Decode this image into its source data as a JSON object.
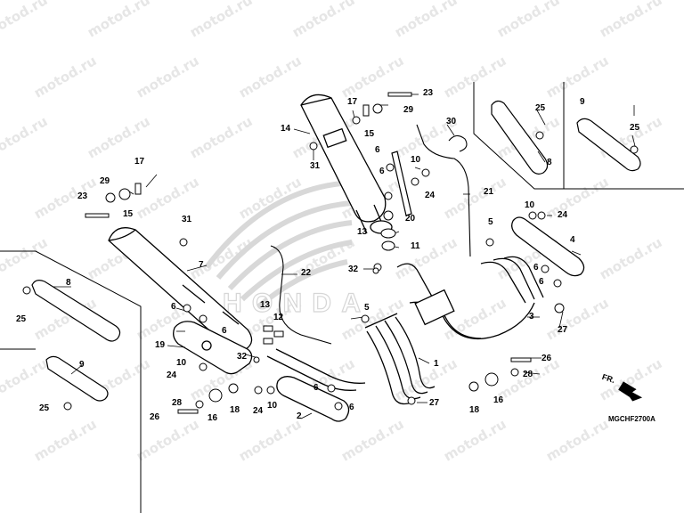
{
  "watermark": "motod.ru",
  "diagram_code": "MGCHF2700A",
  "direction_label": "FR.",
  "logo_text": "HONDA",
  "colors": {
    "line": "#000000",
    "watermark": "#e6e6e6",
    "logo": "#dcdcdc"
  },
  "callouts": {
    "c1": "1",
    "c2": "2",
    "c3": "3",
    "c4": "4",
    "c5a": "5",
    "c5b": "5",
    "c6a": "6",
    "c6b": "6",
    "c6c": "6",
    "c6d": "6",
    "c6e": "6",
    "c6f": "6",
    "c6g": "6",
    "c6h": "6",
    "c7": "7",
    "c8a": "8",
    "c8b": "8",
    "c9a": "9",
    "c9b": "9",
    "c10a": "10",
    "c10b": "10",
    "c10c": "10",
    "c10d": "10",
    "c11": "11",
    "c12": "12",
    "c13a": "13",
    "c13b": "13",
    "c14": "14",
    "c15a": "15",
    "c15b": "15",
    "c16a": "16",
    "c16b": "16",
    "c17a": "17",
    "c17b": "17",
    "c18a": "18",
    "c18b": "18",
    "c19": "19",
    "c20": "20",
    "c21": "21",
    "c22": "22",
    "c23a": "23",
    "c23b": "23",
    "c24a": "24",
    "c24b": "24",
    "c24c": "24",
    "c24d": "24",
    "c25a": "25",
    "c25b": "25",
    "c25c": "25",
    "c25d": "25",
    "c26a": "26",
    "c26b": "26",
    "c27a": "27",
    "c27b": "27",
    "c28a": "28",
    "c28b": "28",
    "c29a": "29",
    "c29b": "29",
    "c30": "30",
    "c31a": "31",
    "c31b": "31",
    "c32a": "32",
    "c32b": "32"
  }
}
